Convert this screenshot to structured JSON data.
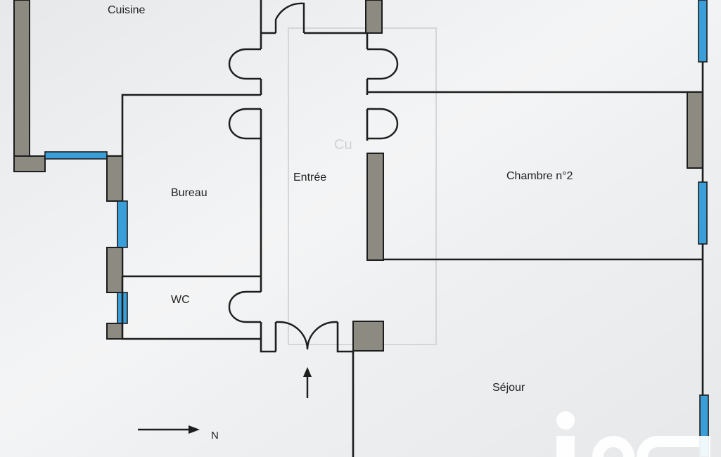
{
  "rooms": {
    "kitchen": "Cuisine",
    "office": "Bureau",
    "toilet": "WC",
    "entrance": "Entrée",
    "bedroom2": "Chambre n°2",
    "living": "Séjour",
    "faded_label": "Cu"
  },
  "compass": {
    "north_label": "N"
  },
  "colors": {
    "background": "#e6e8ea",
    "wall": "#1d1d1d",
    "pillar": "#8d8a82",
    "window": "#3a9fd8"
  },
  "watermark": {
    "text": "iad"
  }
}
